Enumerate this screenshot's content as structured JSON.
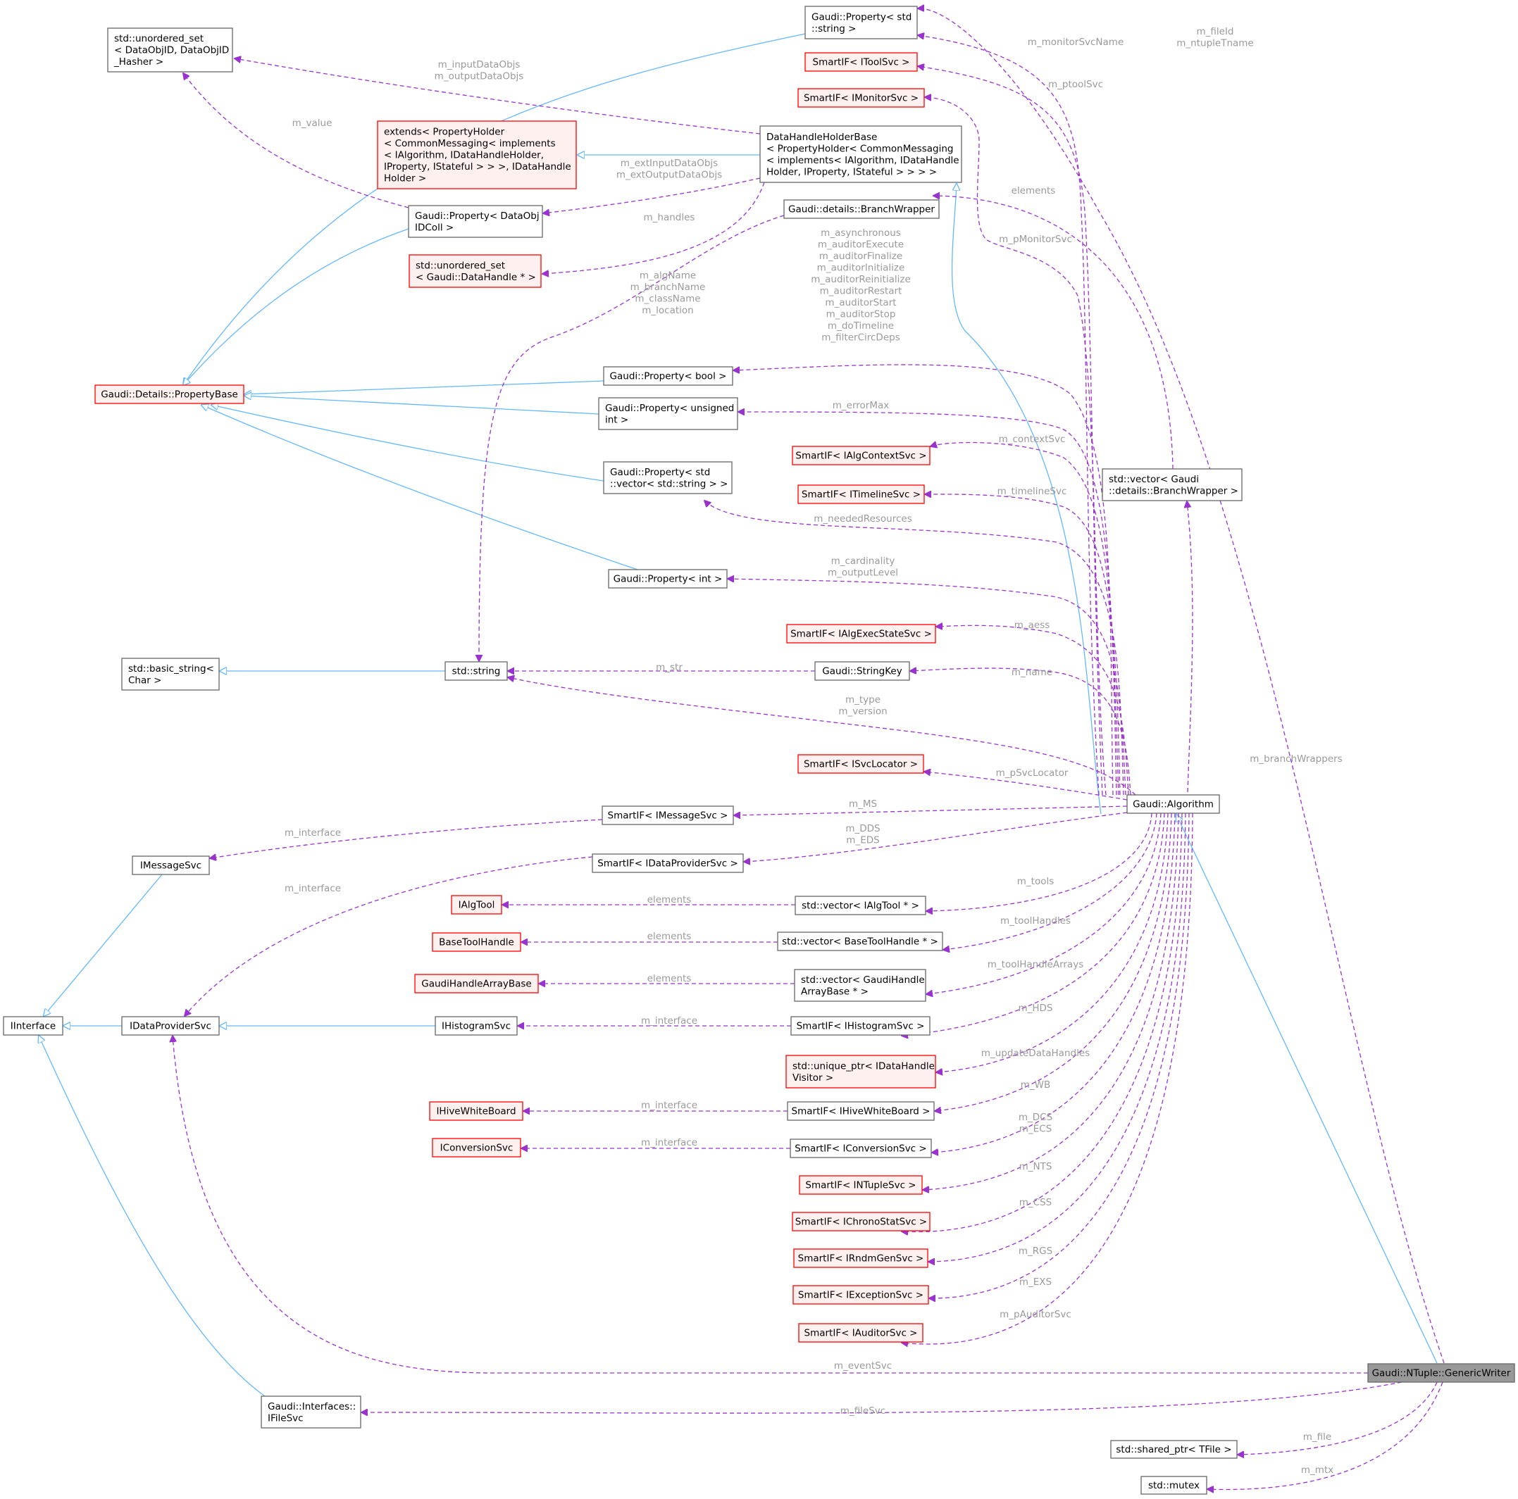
{
  "colors": {
    "inheritance": "#63b8ff",
    "usage": "#9a32cd",
    "node_border": "#666666",
    "undocumented_border": "#ff0000",
    "undocumented_fill": "#fff0f0",
    "focus_fill": "#999999",
    "edge_label": "#9a9a9a"
  },
  "nodes": {
    "generic_writer": [
      "Gaudi::NTuple::GenericWriter"
    ],
    "algorithm": [
      "Gaudi::Algorithm"
    ],
    "vec_branch_wrapper": [
      "std::vector< Gaudi",
      "::details::BranchWrapper >"
    ],
    "shared_ptr_tfile": [
      "std::shared_ptr< TFile >"
    ],
    "mutex": [
      "std::mutex"
    ],
    "prop_string": [
      "Gaudi::Property< std",
      "::string >"
    ],
    "smartif_itoolsvc": [
      "SmartIF< IToolSvc >"
    ],
    "smartif_imonitorsvc": [
      "SmartIF< IMonitorSvc >"
    ],
    "datahandle_holder": [
      "DataHandleHolderBase",
      "< PropertyHolder< CommonMessaging",
      "< implements< IAlgorithm, IDataHandle",
      "Holder, IProperty, IStateful > > > >"
    ],
    "extends_holder": [
      "extends< PropertyHolder",
      "< CommonMessaging< implements",
      "< IAlgorithm, IDataHandleHolder,",
      " IProperty, IStateful > > >, IDataHandle",
      "Holder >"
    ],
    "unordered_dataobjid": [
      "std::unordered_set",
      "< DataObjID, DataObjID",
      "_Hasher >"
    ],
    "branch_wrapper": [
      "Gaudi::details::BranchWrapper"
    ],
    "prop_dataobjidcoll": [
      "Gaudi::Property< DataObj",
      "IDColl >"
    ],
    "unordered_datahandle": [
      "std::unordered_set",
      "< Gaudi::DataHandle * >"
    ],
    "property_base": [
      "Gaudi::Details::PropertyBase"
    ],
    "prop_bool": [
      "Gaudi::Property< bool >"
    ],
    "prop_uint": [
      "Gaudi::Property< unsigned",
      "int >"
    ],
    "prop_vec_string": [
      "Gaudi::Property< std",
      "::vector< std::string > >"
    ],
    "prop_int": [
      "Gaudi::Property< int >"
    ],
    "smartif_ialgcontextsvc": [
      "SmartIF< IAlgContextSvc >"
    ],
    "smartif_itimelinesvc": [
      "SmartIF< ITimelineSvc >"
    ],
    "smartif_ialgexecstatesvc": [
      "SmartIF< IAlgExecStateSvc >"
    ],
    "std_string": [
      "std::string"
    ],
    "basic_string": [
      "std::basic_string<",
      "Char >"
    ],
    "string_key": [
      "Gaudi::StringKey"
    ],
    "smartif_isvclocator": [
      "SmartIF< ISvcLocator >"
    ],
    "smartif_imessagesvc": [
      "SmartIF< IMessageSvc >"
    ],
    "imessagesvc": [
      "IMessageSvc"
    ],
    "smartif_idataprovidersvc": [
      "SmartIF< IDataProviderSvc >"
    ],
    "ialgtool": [
      "IAlgTool"
    ],
    "vec_ialgtool": [
      "std::vector< IAlgTool * >"
    ],
    "basetoolhandle": [
      "BaseToolHandle"
    ],
    "vec_basetoolhandle": [
      "std::vector< BaseToolHandle * >"
    ],
    "gaudihandlearraybase": [
      "GaudiHandleArrayBase"
    ],
    "vec_gaudihandlearray": [
      "std::vector< GaudiHandle",
      "ArrayBase * >"
    ],
    "iinterface": [
      "IInterface"
    ],
    "idataprovidersvc": [
      "IDataProviderSvc"
    ],
    "ihistogramsvc": [
      "IHistogramSvc"
    ],
    "smartif_ihistogramsvc": [
      "SmartIF< IHistogramSvc >"
    ],
    "unique_ptr_visitor": [
      "std::unique_ptr< IDataHandle",
      "Visitor >"
    ],
    "ihivewhiteboard": [
      "IHiveWhiteBoard"
    ],
    "smartif_ihivewhiteboard": [
      "SmartIF< IHiveWhiteBoard >"
    ],
    "iconversionsvc": [
      "IConversionSvc"
    ],
    "smartif_iconversionsvc": [
      "SmartIF< IConversionSvc >"
    ],
    "smartif_intuplesvc": [
      "SmartIF< INTupleSvc >"
    ],
    "smartif_ichronostatsvc": [
      "SmartIF< IChronoStatSvc >"
    ],
    "smartif_irndmgensvc": [
      "SmartIF< IRndmGenSvc >"
    ],
    "smartif_iexceptionsvc": [
      "SmartIF< IExceptionSvc >"
    ],
    "smartif_iauditorsvc": [
      "SmartIF< IAuditorSvc >"
    ],
    "ifilesvc": [
      "Gaudi::Interfaces::",
      "IFileSvc"
    ]
  },
  "edge_labels": {
    "fileid": [
      "m_fileId",
      "m_ntupleTname"
    ],
    "monitorsvcname": [
      "m_monitorSvcName"
    ],
    "ptoolsvc": [
      "m_ptoolSvc"
    ],
    "inputdataobjs": [
      "m_inputDataObjs",
      "m_outputDataObjs"
    ],
    "value": [
      "m_value"
    ],
    "extinput": [
      "m_extInputDataObjs",
      "m_extOutputDataObjs"
    ],
    "elements_bw": [
      "elements"
    ],
    "handles": [
      "m_handles"
    ],
    "pmonitorsvc": [
      "m_pMonitorSvc"
    ],
    "asynchronous": [
      "m_asynchronous",
      "m_auditorExecute",
      "m_auditorFinalize",
      "m_auditorInitialize",
      "m_auditorReinitialize",
      "m_auditorRestart",
      "m_auditorStart",
      "m_auditorStop",
      "m_doTimeline",
      "m_filterCircDeps"
    ],
    "algname": [
      "m_algName",
      "m_branchName",
      "m_className",
      "m_location"
    ],
    "errormax": [
      "m_errorMax"
    ],
    "contextsvc": [
      "m_contextSvc"
    ],
    "timelinesvc": [
      "m_timelineSvc"
    ],
    "neededresources": [
      "m_neededResources"
    ],
    "cardinality": [
      "m_cardinality",
      "m_outputLevel"
    ],
    "aess": [
      "m_aess"
    ],
    "str": [
      "m_str"
    ],
    "name": [
      "m_name"
    ],
    "type": [
      "m_type",
      "m_version"
    ],
    "branchwrappers": [
      "m_branchWrappers"
    ],
    "psvclocator": [
      "m_pSvcLocator"
    ],
    "ms": [
      "m_MS"
    ],
    "dds": [
      "m_DDS",
      "m_EDS"
    ],
    "interface_ms": [
      "m_interface"
    ],
    "interface_dp": [
      "m_interface"
    ],
    "tools": [
      "m_tools"
    ],
    "elements_tool": [
      "elements"
    ],
    "toolhandles": [
      "m_toolHandles"
    ],
    "elements_bth": [
      "elements"
    ],
    "toolhandlearrays": [
      "m_toolHandleArrays"
    ],
    "elements_gha": [
      "elements"
    ],
    "hds": [
      "m_HDS"
    ],
    "interface_hist": [
      "m_interface"
    ],
    "updatedatahandles": [
      "m_updateDataHandles"
    ],
    "wb": [
      "m_WB"
    ],
    "interface_wb": [
      "m_interface"
    ],
    "dcs": [
      "m_DCS",
      "m_ECS"
    ],
    "interface_cs": [
      "m_interface"
    ],
    "nts": [
      "m_NTS"
    ],
    "css": [
      "m_CSS"
    ],
    "rgs": [
      "m_RGS"
    ],
    "exs": [
      "m_EXS"
    ],
    "pauditorsvc": [
      "m_pAuditorSvc"
    ],
    "eventsvc": [
      "m_eventSvc"
    ],
    "filesvc": [
      "m_fileSvc"
    ],
    "file": [
      "m_file"
    ],
    "mtx": [
      "m_mtx"
    ]
  }
}
